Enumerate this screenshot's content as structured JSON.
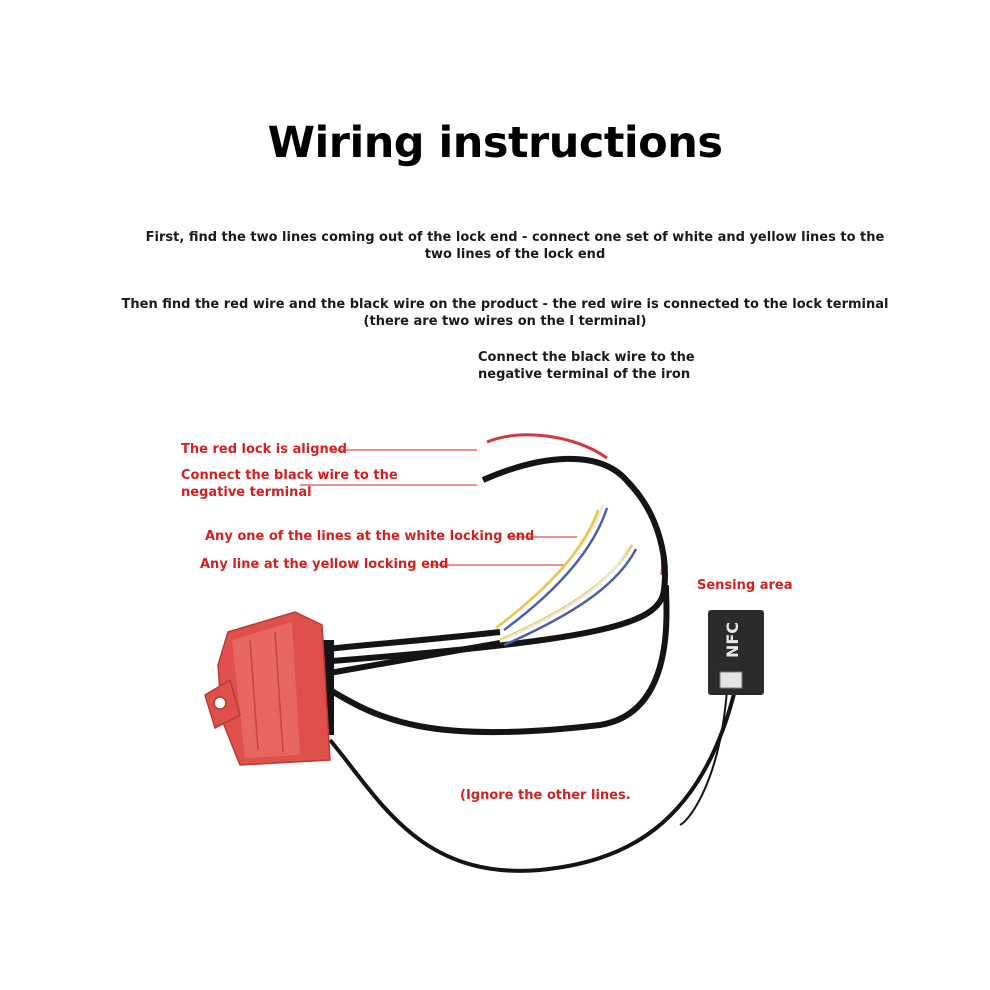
{
  "title": "Wiring instructions",
  "instructions": {
    "step1": "First, find the two lines coming out of the lock end - connect one set of white and yellow lines to the two lines of the lock end",
    "step2": "Then find the red wire and the black wire on the product - the red wire is connected to the lock terminal (there are two wires on the I terminal)",
    "step3": "Connect the black wire to the negative terminal of the iron"
  },
  "callouts": {
    "red_lock": "The red lock is aligned",
    "black_wire_line1": "Connect the black wire to the",
    "black_wire_line2": "negative terminal",
    "white_end": "Any one of the lines at the white locking end",
    "yellow_end": "Any line at the yellow locking end",
    "sensing": "Sensing area",
    "ignore": "(Ignore the other lines."
  },
  "nfc_label": "NFC",
  "colors": {
    "callout": "#d42020",
    "module_red": "#e0504a",
    "wire_black": "#141414",
    "wire_red": "#d23a3a",
    "wire_yellow": "#e8c84a",
    "wire_white": "#ece6d6",
    "wire_blue": "#4a5fb0",
    "nfc_card": "#2b2b2b"
  }
}
